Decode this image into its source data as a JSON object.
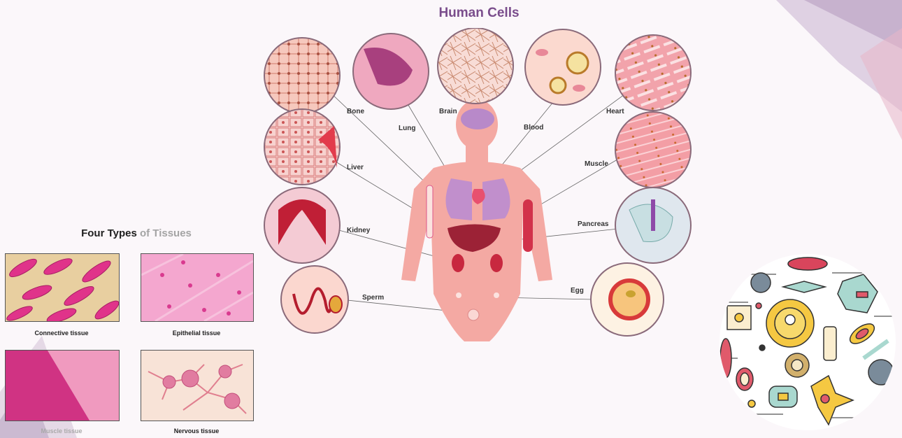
{
  "diagram": {
    "title": "Human Cells",
    "cells": {
      "bone": "Bone",
      "lung": "Lung",
      "brain": "Brain",
      "blood": "Blood",
      "heart": "Heart",
      "liver": "Liver",
      "muscle": "Muscle",
      "kidney": "Kidney",
      "pancreas": "Pancreas",
      "sperm": "Sperm",
      "egg": "Egg"
    }
  },
  "tissues": {
    "title_prefix": "Four Types",
    "title_suffix": "of Tissues",
    "items": [
      {
        "label": "Connective tissue"
      },
      {
        "label": "Epithelial tissue"
      },
      {
        "label": "Muscle tissue"
      },
      {
        "label": "Nervous tissue"
      }
    ]
  },
  "colors": {
    "title": "#7a4d8c",
    "body": "#f3a9a4",
    "cell_pink": "#f08fa6",
    "tissue_magenta": "#e0338a"
  }
}
